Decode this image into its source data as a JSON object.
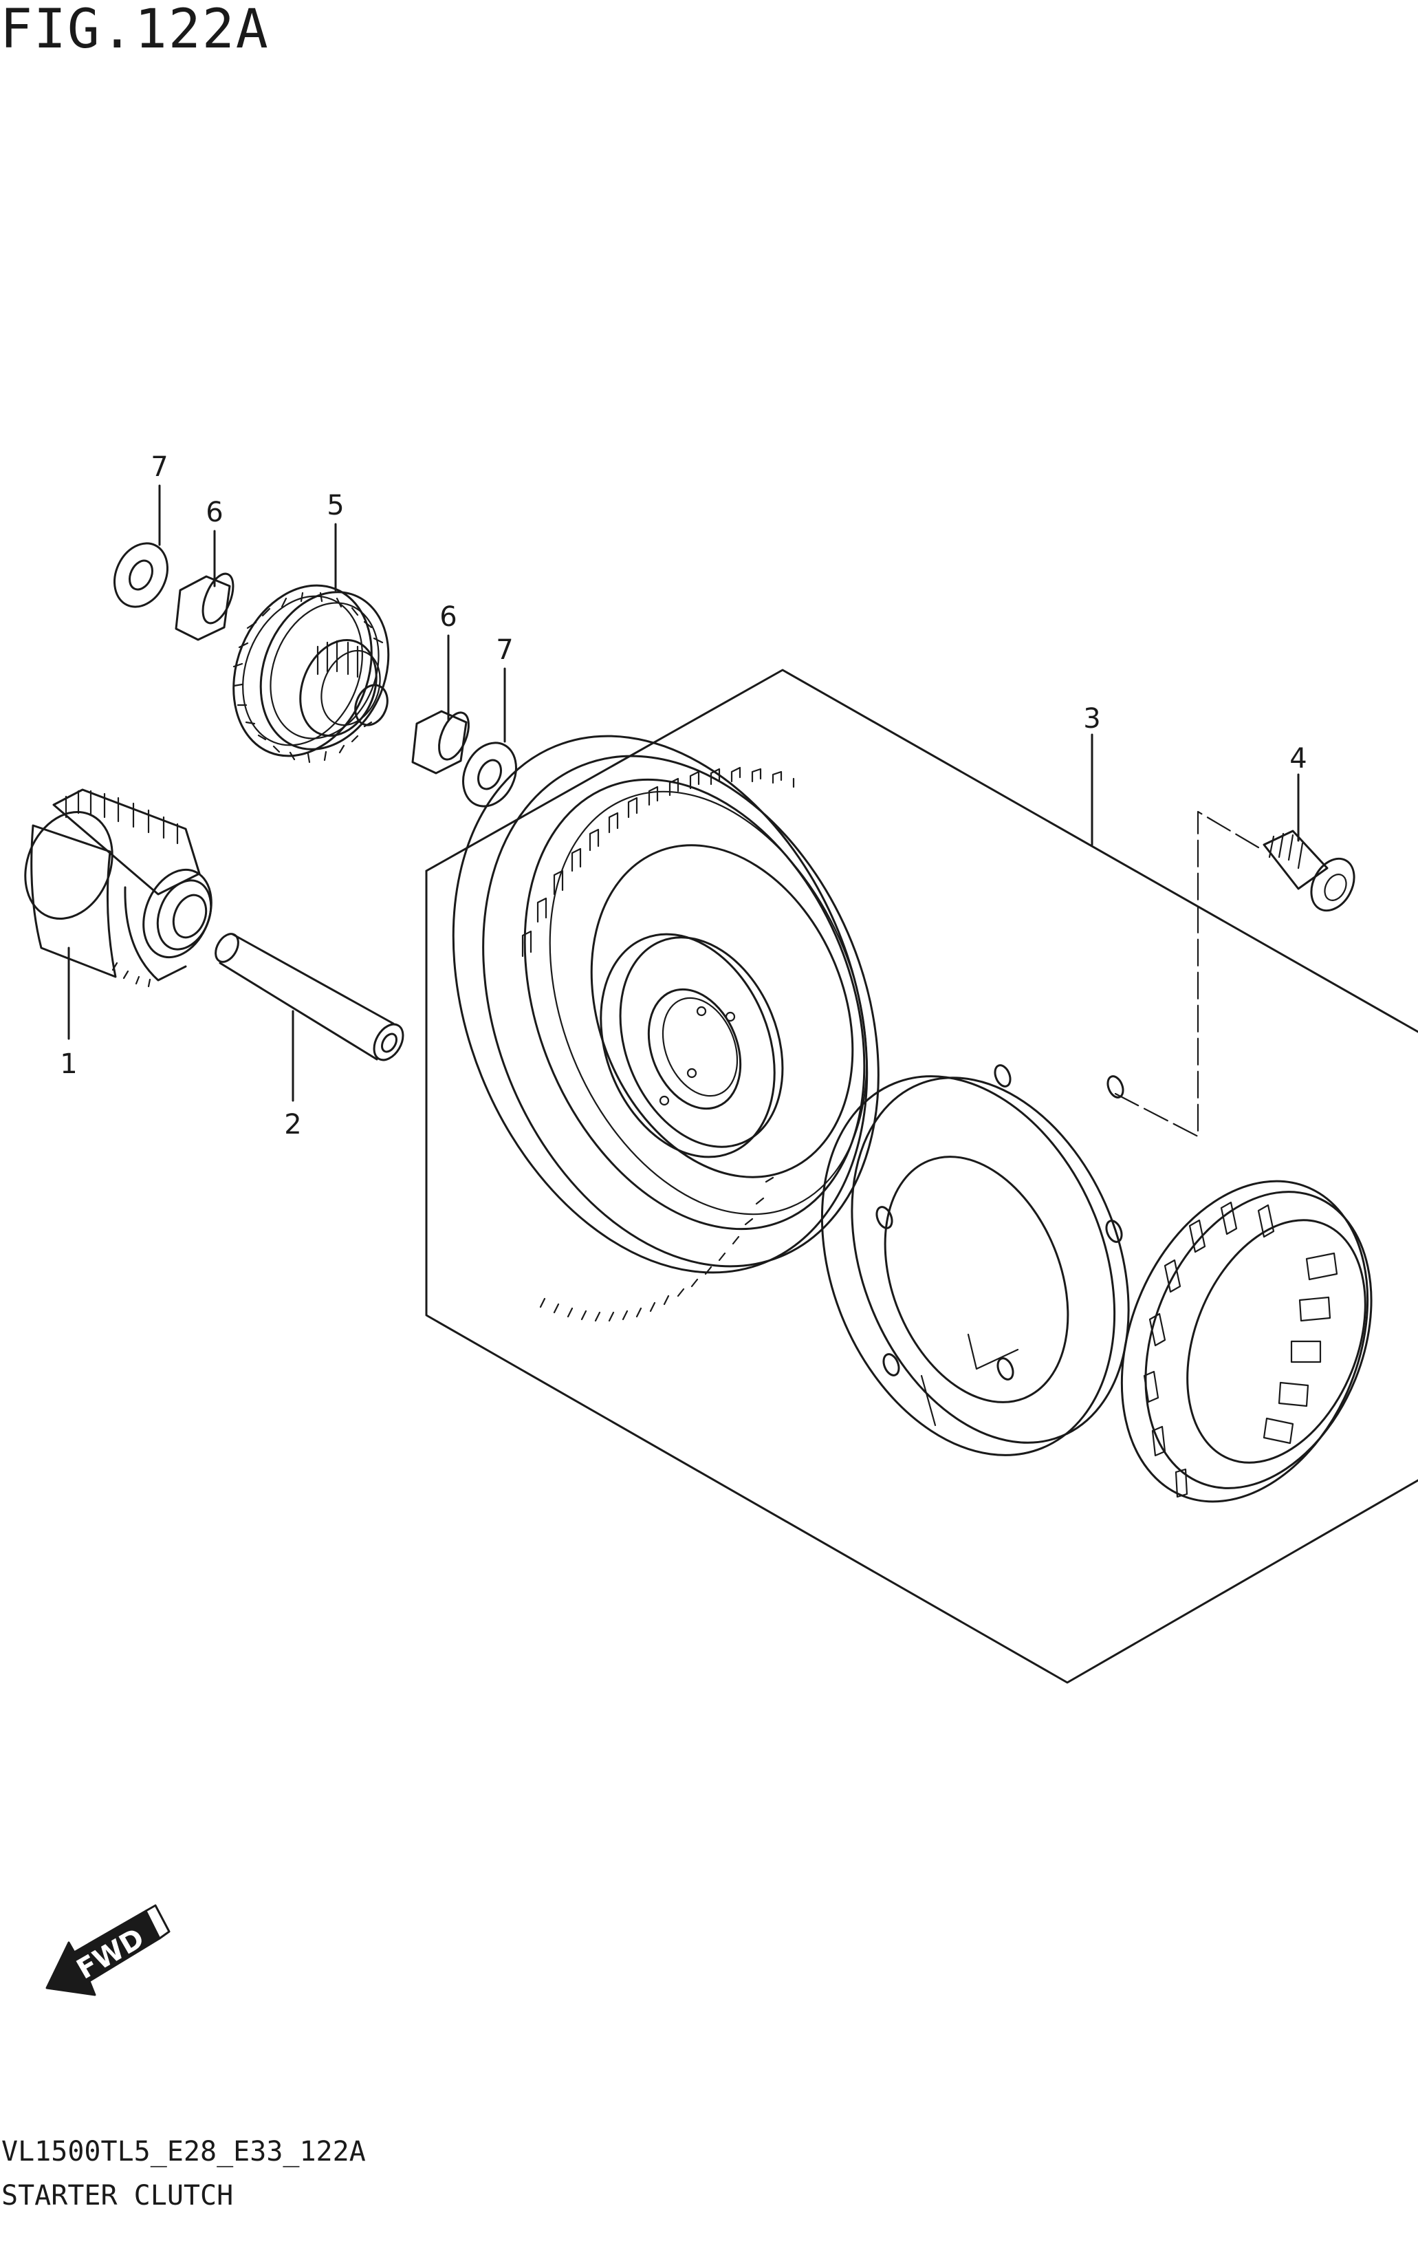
{
  "figure": {
    "title": "FIG.122A",
    "footer_code": "VL1500TL5_E28_E33_122A",
    "footer_name": "STARTER CLUTCH"
  },
  "callouts": [
    {
      "number": "1"
    },
    {
      "number": "2"
    },
    {
      "number": "3"
    },
    {
      "number": "4"
    },
    {
      "number": "5"
    },
    {
      "number": "6"
    },
    {
      "number": "6"
    },
    {
      "number": "7"
    },
    {
      "number": "7"
    }
  ],
  "direction_marker": {
    "label": "FWD",
    "icon": "fwd-arrow-icon"
  },
  "colors": {
    "line": "#1a1a1a",
    "background": "#ffffff"
  }
}
